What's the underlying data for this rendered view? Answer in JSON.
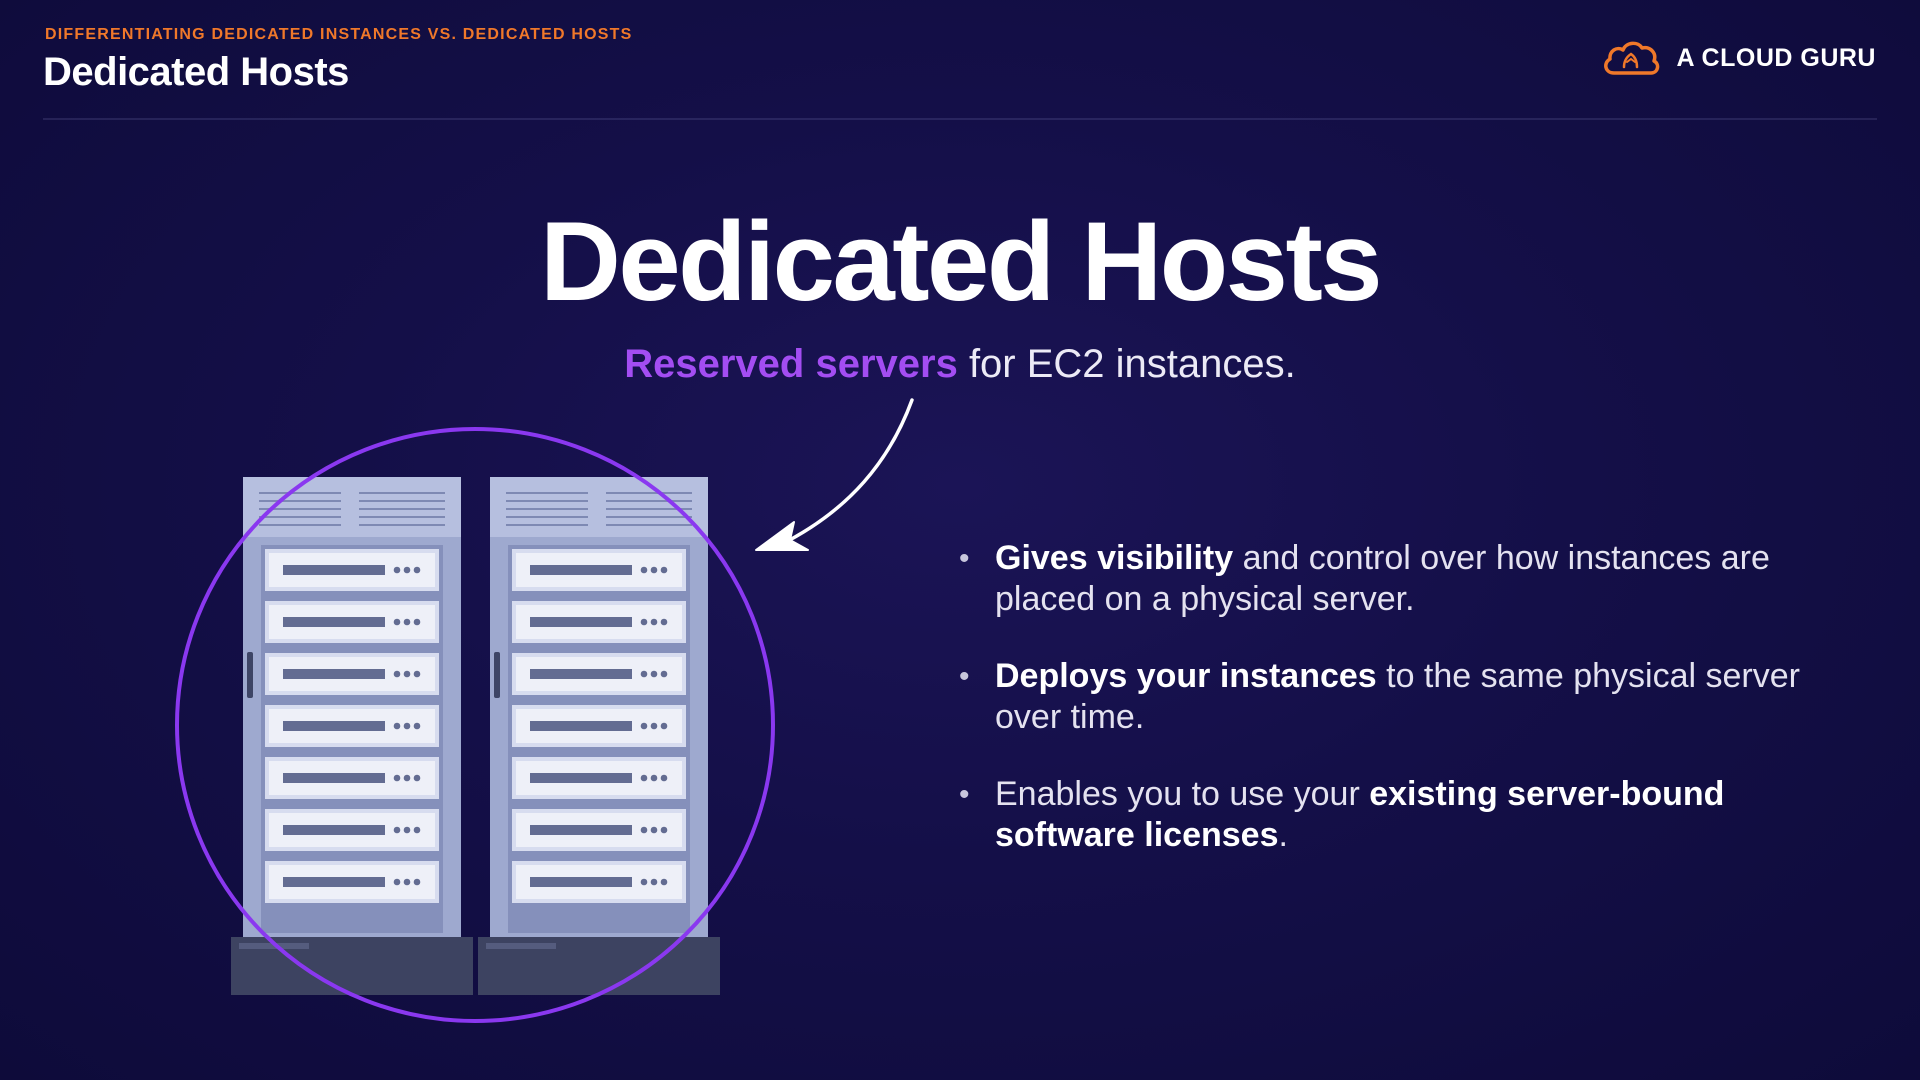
{
  "header": {
    "eyebrow": "DIFFERENTIATING DEDICATED INSTANCES VS. DEDICATED HOSTS",
    "title": "Dedicated Hosts"
  },
  "brand": {
    "name": "A CLOUD GURU",
    "icon": "cloud-guru-logo-icon",
    "color": "#f0782a"
  },
  "main": {
    "title": "Dedicated Hosts",
    "subtitle_accent": "Reserved servers",
    "subtitle_rest": "for EC2 instances."
  },
  "illustration": {
    "icon": "server-racks-icon",
    "arrow_icon": "curved-arrow-icon",
    "circle_color": "#8a38f0"
  },
  "bullets": [
    {
      "bold_lead": "Gives visibility",
      "text": " and control over how instances are placed on a physical server."
    },
    {
      "bold_lead": "Deploys your instances",
      "text": " to the same physical server over time."
    },
    {
      "text": "Enables you to use your ",
      "bold_tail": "existing server-bound software licenses",
      "end": "."
    }
  ],
  "colors": {
    "accent_orange": "#f0782a",
    "accent_purple": "#a34df2",
    "background": "#140f48"
  }
}
